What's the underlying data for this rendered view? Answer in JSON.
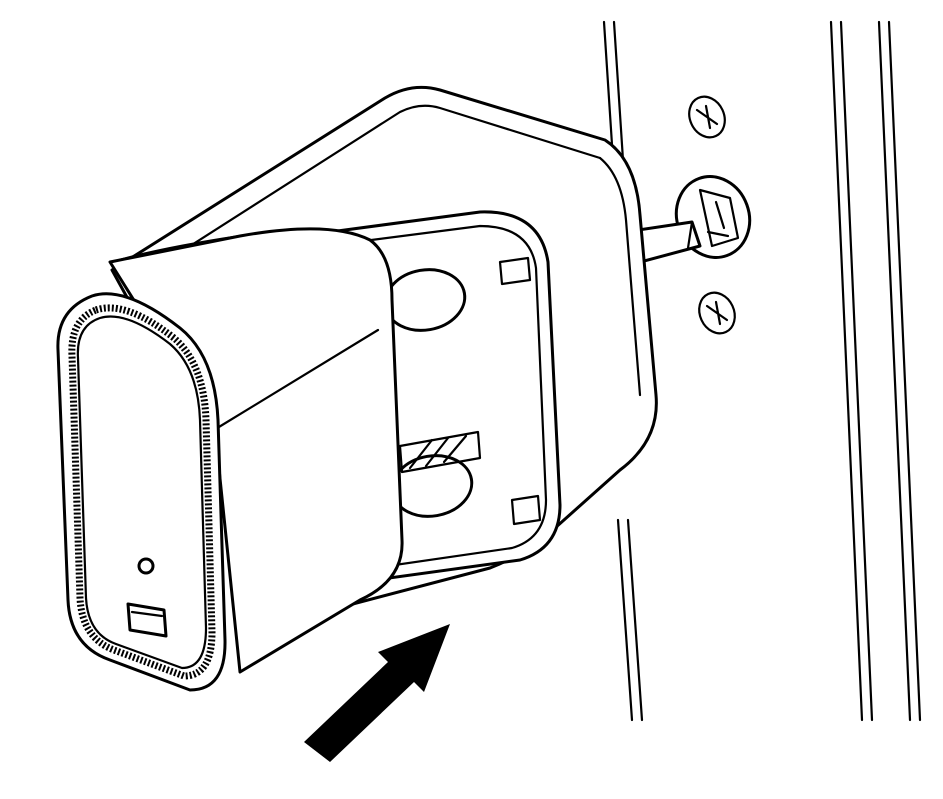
{
  "figure": {
    "colors": {
      "line": "#000000",
      "background": "#ffffff"
    },
    "parts": [
      {
        "name": "wall-rails"
      },
      {
        "name": "wall-socket"
      },
      {
        "name": "plug-adapter"
      },
      {
        "name": "insert-arrow"
      }
    ]
  }
}
